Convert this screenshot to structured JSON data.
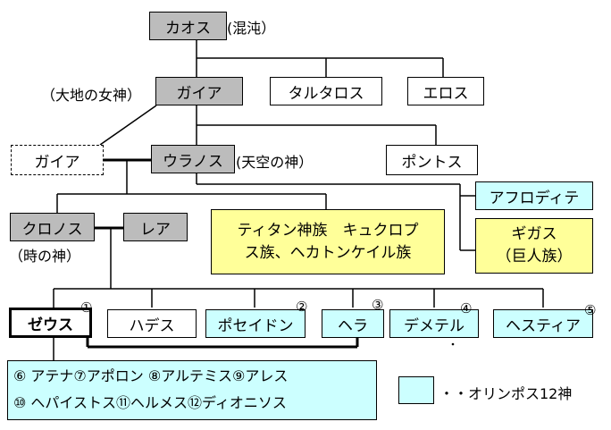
{
  "nodes": {
    "chaos": "カオス",
    "gaia": "ガイア",
    "tartaros": "タルタロス",
    "eros": "エロス",
    "gaia2": "ガイア",
    "uranos": "ウラノス",
    "pontos": "ポントス",
    "aphrodite": "アフロディテ",
    "kronos": "クロノス",
    "rea": "レア",
    "titans_line1": "ティタン神族　キュクロプ",
    "titans_line2": "ス族、ヘカトンケイル族",
    "gigas_line1": "ギガス",
    "gigas_line2": "（巨人族）",
    "zeus": "ゼウス",
    "hades": "ハデス",
    "poseidon": "ポセイドン",
    "hera": "ヘラ",
    "demeter": "デメテル",
    "hestia": "ヘスティア"
  },
  "annotations": {
    "chaos": "(混沌）",
    "gaia": "（大地の女神）",
    "uranos": "(天空の神）",
    "kronos": "（時の神）"
  },
  "numbers": {
    "zeus": "①",
    "poseidon": "②",
    "hera": "③",
    "demeter": "④",
    "hestia": "⑤"
  },
  "olympians": {
    "line1": "⑥ アテナ⑦アポロン ⑧アルテミス⑨アレス",
    "line2": "⑩ ヘパイストス⑪ヘルメス⑫ディオニソス"
  },
  "legend": {
    "label": "・・オリンポス12神",
    "color": "#ccffff"
  },
  "colors": {
    "gray": "#bcbcbc",
    "cyan": "#ccffff",
    "yellow": "#ffff99"
  }
}
